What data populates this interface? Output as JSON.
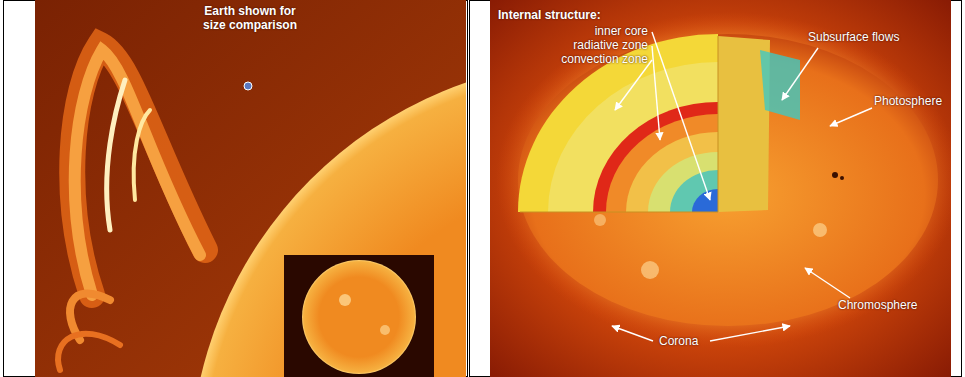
{
  "diagram": {
    "labels": [
      "Earth shown for size comparison",
      "Internal structure:",
      "inner core",
      "radiative zone",
      "convection zone",
      "Subsurface flows",
      "Photosphere",
      "Chromosphere",
      "Corona"
    ]
  }
}
